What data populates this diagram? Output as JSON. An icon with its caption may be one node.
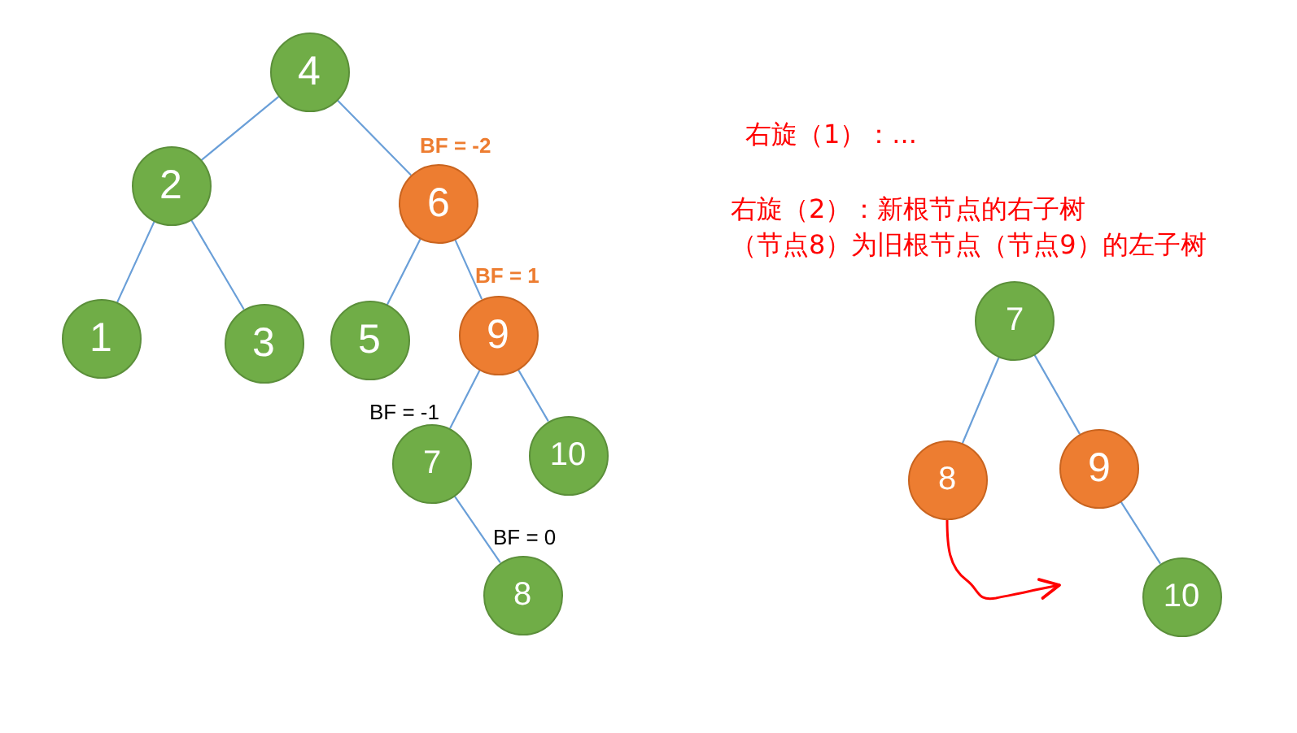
{
  "diagram": {
    "nodes": [
      {
        "text": [
          "4"
        ]
      },
      {
        "text": [
          "2"
        ]
      },
      {
        "text": [
          "6"
        ],
        "beside": [
          "BF = -2"
        ]
      },
      {
        "text": [
          "1"
        ]
      },
      {
        "text": [
          "3"
        ]
      },
      {
        "text": [
          "5"
        ]
      },
      {
        "text": [
          "9"
        ],
        "beside": [
          "BF = 1"
        ]
      },
      {
        "text": [
          "7"
        ],
        "beside": [
          "BF = -1"
        ]
      },
      {
        "text": [
          "10"
        ]
      },
      {
        "text": [
          "8"
        ],
        "beside": [
          "BF = 0"
        ]
      },
      {
        "text": [
          "7"
        ]
      },
      {
        "text": [
          "8"
        ]
      },
      {
        "text": [
          "9"
        ]
      },
      {
        "text": [
          "10"
        ]
      }
    ],
    "edges": [
      {
        "from": 0,
        "to": 1,
        "arrow": "none"
      },
      {
        "from": 0,
        "to": 2,
        "arrow": "none"
      },
      {
        "from": 1,
        "to": 3,
        "arrow": "none"
      },
      {
        "from": 1,
        "to": 4,
        "arrow": "none"
      },
      {
        "from": 2,
        "to": 5,
        "arrow": "none"
      },
      {
        "from": 2,
        "to": 6,
        "arrow": "none"
      },
      {
        "from": 6,
        "to": 7,
        "arrow": "none"
      },
      {
        "from": 6,
        "to": 8,
        "arrow": "none"
      },
      {
        "from": 7,
        "to": 9,
        "arrow": "none"
      },
      {
        "from": 10,
        "to": 11,
        "arrow": "none"
      },
      {
        "from": 10,
        "to": 12,
        "arrow": "none"
      },
      {
        "from": 12,
        "to": 13,
        "arrow": "none"
      },
      {
        "from": 11,
        "to": null,
        "arrow": "to",
        "color": "#ff0000"
      }
    ],
    "labels": [
      "右旋（1）：...",
      "右旋（2）：新根节点的右子树（节点8）为旧根节点（节点9）的左子树"
    ]
  }
}
